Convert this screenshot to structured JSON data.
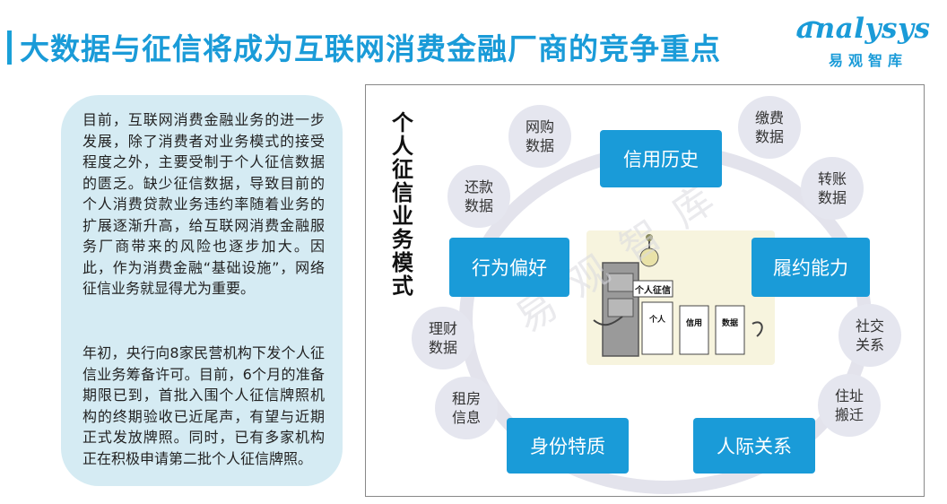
{
  "title": "大数据与征信将成为互联网消费金融厂商的竞争重点",
  "logo": {
    "en": "analysys",
    "cn": "易观智库"
  },
  "paragraphs": [
    "目前，互联网消费金融业务的进一步发展，除了消费者对业务模式的接受程度之外，主要受制于个人征信数据的匮乏。缺少征信数据，导致目前的个人消费贷款业务违约率随着业务的扩展逐渐升高，给互联网消费金融服务厂商带来的风险也逐步加大。因此，作为消费金融“基础设施”，网络征信业务就显得尤为重要。",
    "年初，央行向8家民营机构下发个人征信业务筹备许可。目前，6个月的准备期限已到，首批入围个人征信牌照机构的终期验收已近尾声，有望与近期正式发放牌照。同时，已有多家机构正在积极申请第二批个人征信牌照。"
  ],
  "diagram": {
    "vertical_label": "个人征信业务模式",
    "core_modules": [
      "信用历史",
      "履约能力",
      "人际关系",
      "身份特质",
      "行为偏好"
    ],
    "data_sources": [
      [
        "网购",
        "数据"
      ],
      [
        "缴费",
        "数据"
      ],
      [
        "转账",
        "数据"
      ],
      [
        "还款",
        "数据"
      ],
      [
        "社交",
        "关系"
      ],
      [
        "理财",
        "数据"
      ],
      [
        "住址",
        "搬迁"
      ],
      [
        "租房",
        "信息"
      ]
    ],
    "illustration": {
      "sign": "个人征信",
      "cards": [
        "个人",
        "信用",
        "数据"
      ]
    },
    "watermark": "易观智库"
  },
  "colors": {
    "accent": "#1a9bd8",
    "panel": "#d5ebf3",
    "circle": "#e5e6ef",
    "ring": "#e3e3ec"
  }
}
